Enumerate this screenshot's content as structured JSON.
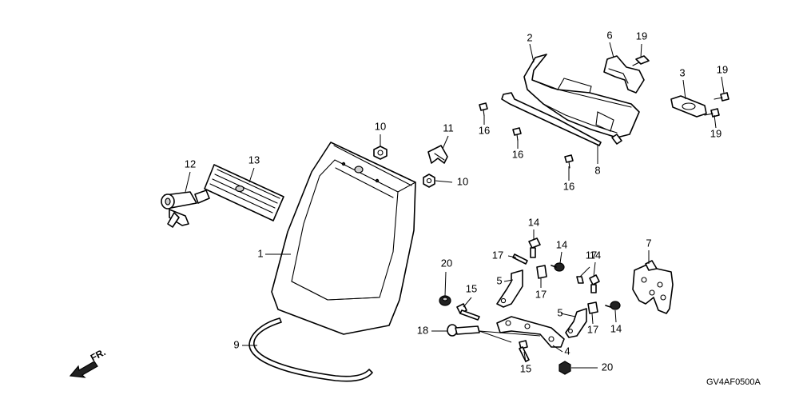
{
  "callouts": [
    {
      "id": "c1",
      "label": "1"
    },
    {
      "id": "c2",
      "label": "2"
    },
    {
      "id": "c3",
      "label": "3"
    },
    {
      "id": "c4",
      "label": "4"
    },
    {
      "id": "c5a",
      "label": "5"
    },
    {
      "id": "c5b",
      "label": "5"
    },
    {
      "id": "c6",
      "label": "6"
    },
    {
      "id": "c7",
      "label": "7"
    },
    {
      "id": "c8",
      "label": "8"
    },
    {
      "id": "c9",
      "label": "9"
    },
    {
      "id": "c10a",
      "label": "10"
    },
    {
      "id": "c10b",
      "label": "10"
    },
    {
      "id": "c11",
      "label": "11"
    },
    {
      "id": "c12",
      "label": "12"
    },
    {
      "id": "c13",
      "label": "13"
    },
    {
      "id": "c14a",
      "label": "14"
    },
    {
      "id": "c14b",
      "label": "14"
    },
    {
      "id": "c14c",
      "label": "14"
    },
    {
      "id": "c14d",
      "label": "14"
    },
    {
      "id": "c15a",
      "label": "15"
    },
    {
      "id": "c15b",
      "label": "15"
    },
    {
      "id": "c16a",
      "label": "16"
    },
    {
      "id": "c16b",
      "label": "16"
    },
    {
      "id": "c16c",
      "label": "16"
    },
    {
      "id": "c17a",
      "label": "17"
    },
    {
      "id": "c17b",
      "label": "17"
    },
    {
      "id": "c17c",
      "label": "17"
    },
    {
      "id": "c17d",
      "label": "17"
    },
    {
      "id": "c18",
      "label": "18"
    },
    {
      "id": "c19a",
      "label": "19"
    },
    {
      "id": "c19b",
      "label": "19"
    },
    {
      "id": "c19c",
      "label": "19"
    },
    {
      "id": "c20a",
      "label": "20"
    },
    {
      "id": "c20b",
      "label": "20"
    }
  ],
  "diagram_code": "GV4AF0500A",
  "direction_label": "FR."
}
